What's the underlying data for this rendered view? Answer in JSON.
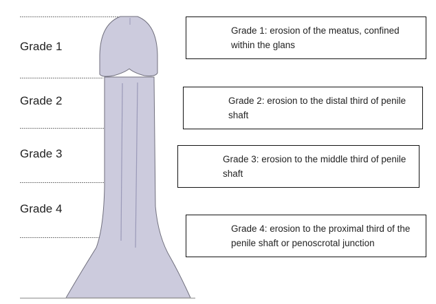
{
  "grades": [
    {
      "label": "Grade 1",
      "description": "Grade 1: erosion of the meatus, confined within the glans"
    },
    {
      "label": "Grade 2",
      "description": "Grade 2: erosion to the distal third of penile shaft"
    },
    {
      "label": "Grade 3",
      "description": "Grade 3: erosion to the middle third of penile shaft"
    },
    {
      "label": "Grade 4",
      "description": "Grade 4: erosion to the proximal third of the penile shaft or penoscrotal junction"
    }
  ],
  "colors": {
    "shape_fill": "#cccbdd",
    "shape_stroke": "#6f6e7c",
    "line": "#9a99b8"
  }
}
